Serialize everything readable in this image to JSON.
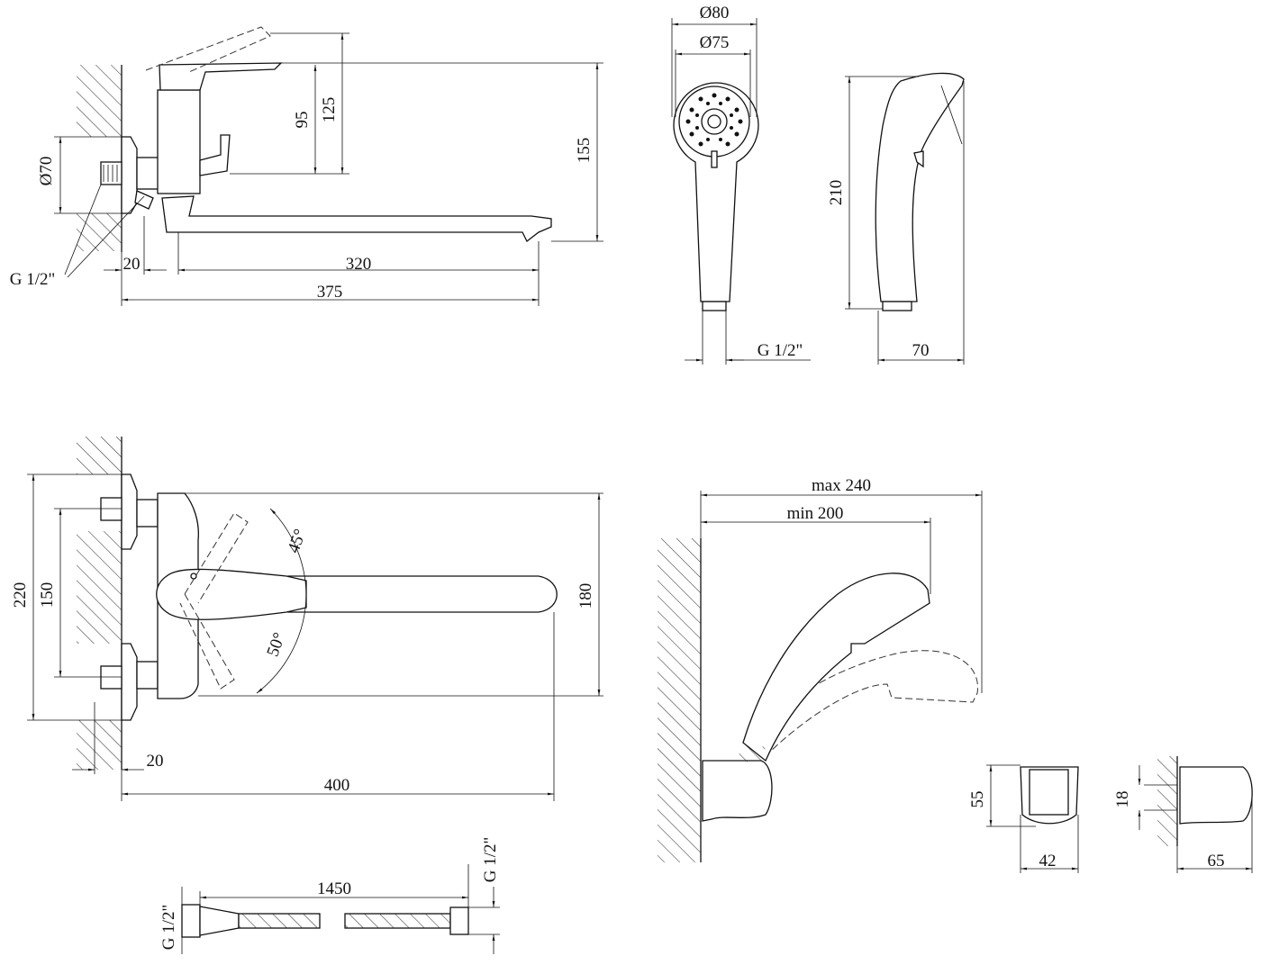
{
  "top_faucet": {
    "d70": "Ø70",
    "h95": "95",
    "h125": "125",
    "h155": "155",
    "w20": "20",
    "w320": "320",
    "w375": "375",
    "thread": "G 1/2\""
  },
  "hand_shower": {
    "d80": "Ø80",
    "d75": "Ø75",
    "thread": "G 1/2\"",
    "h210": "210",
    "w70": "70"
  },
  "bottom_faucet": {
    "h220": "220",
    "h150": "150",
    "a45": "45°",
    "a50": "50°",
    "h180": "180",
    "w20": "20",
    "w400": "400"
  },
  "hose": {
    "length": "1450",
    "thread_left": "G 1/2\"",
    "thread_right": "G 1/2\""
  },
  "holder": {
    "max": "max 240",
    "min": "min 200",
    "h55": "55",
    "w42": "42",
    "h18": "18",
    "w65": "65"
  }
}
